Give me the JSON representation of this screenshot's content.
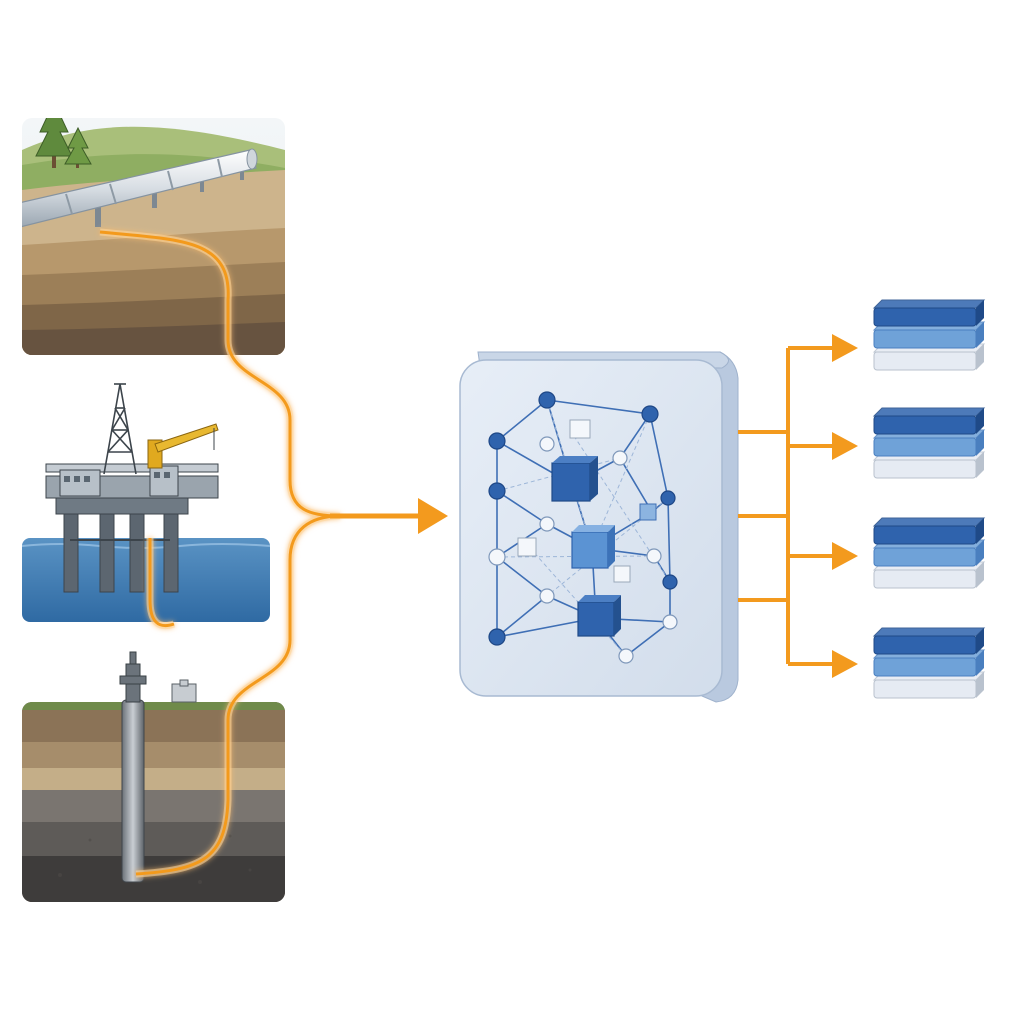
{
  "diagram": {
    "sources": [
      {
        "id": "pipeline",
        "icon": "pipeline-scene-icon"
      },
      {
        "id": "offshore-platform",
        "icon": "offshore-rig-scene-icon"
      },
      {
        "id": "downhole-well",
        "icon": "well-cross-section-icon"
      }
    ],
    "processor": {
      "icon": "network-graph-icon"
    },
    "outputs_count": 4,
    "colors": {
      "fiber": "#f39a1e",
      "fiber_glow": "#ffd89a",
      "processor_face": "#dde6f2",
      "processor_side": "#b9c9df",
      "node_dark": "#2f63ad",
      "node_light": "#f4f7fb",
      "stack_top": "#2f63ad",
      "stack_mid": "#6fa2d8",
      "stack_bottom": "#e6ebf3"
    }
  }
}
